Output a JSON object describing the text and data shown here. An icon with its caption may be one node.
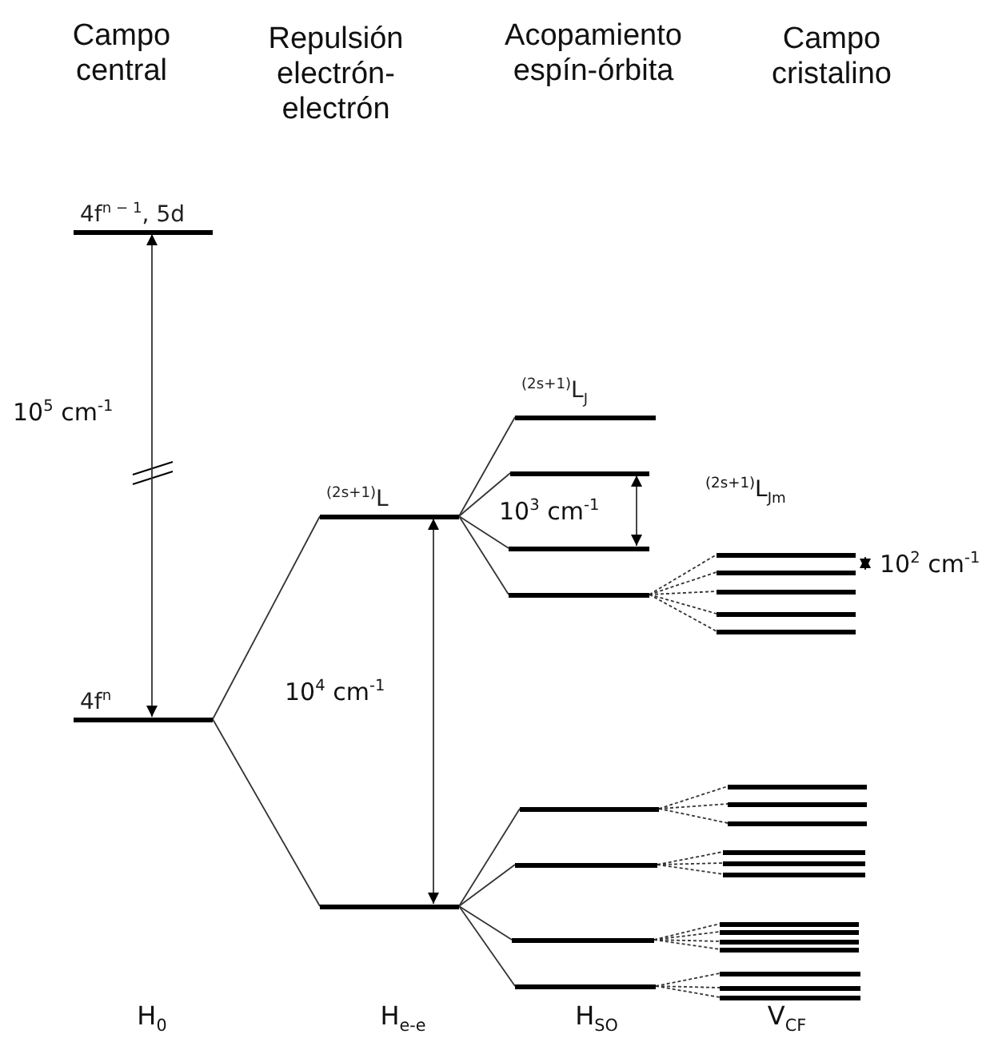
{
  "diagram": {
    "nodes": [
      {
        "text": [
          "4f$^{n − 1}$, 5d"
        ]
      },
      {
        "text": [
          "4f$^{n}$"
        ]
      },
      {
        "text": [
          "$^{(2s+1)}$L"
        ]
      },
      {
        "text": [],
        "shape": "bar"
      },
      {
        "text": [
          "$^{(2s+1)}$L$_{J}$"
        ]
      },
      {
        "text": [],
        "shape": "bar"
      },
      {
        "text": [],
        "shape": "bar"
      },
      {
        "text": [],
        "shape": "bar"
      },
      {
        "text": [],
        "shape": "bar"
      },
      {
        "text": [],
        "shape": "bar"
      },
      {
        "text": [],
        "shape": "bar"
      },
      {
        "text": [],
        "shape": "bar"
      },
      {
        "text": [],
        "shape": "bar"
      },
      {
        "text": [],
        "shape": "bar"
      },
      {
        "text": [],
        "shape": "bar"
      },
      {
        "text": [],
        "shape": "bar"
      },
      {
        "text": [],
        "shape": "bar"
      },
      {
        "text": [],
        "shape": "bar"
      },
      {
        "text": [],
        "shape": "bar"
      },
      {
        "text": [],
        "shape": "bar"
      },
      {
        "text": [],
        "shape": "bar"
      },
      {
        "text": [],
        "shape": "bar"
      },
      {
        "text": [],
        "shape": "bar"
      },
      {
        "text": [],
        "shape": "bar"
      },
      {
        "text": [],
        "shape": "bar"
      },
      {
        "text": [],
        "shape": "bar"
      },
      {
        "text": [],
        "shape": "bar"
      },
      {
        "text": [],
        "shape": "bar"
      },
      {
        "text": [],
        "shape": "bar"
      },
      {
        "text": [],
        "shape": "bar"
      }
    ],
    "edges": [
      {
        "from": 1,
        "to": 2,
        "arrow": "none"
      },
      {
        "from": 1,
        "to": 3,
        "arrow": "none"
      },
      {
        "from": 2,
        "to": 4,
        "arrow": "none"
      },
      {
        "from": 2,
        "to": 5,
        "arrow": "none"
      },
      {
        "from": 2,
        "to": 6,
        "arrow": "none"
      },
      {
        "from": 2,
        "to": 7,
        "arrow": "none"
      },
      {
        "from": 7,
        "to": 8,
        "arrow": "none",
        "style": "dashed"
      },
      {
        "from": 7,
        "to": 9,
        "arrow": "none",
        "style": "dashed"
      },
      {
        "from": 7,
        "to": 10,
        "arrow": "none",
        "style": "dashed"
      },
      {
        "from": 7,
        "to": 11,
        "arrow": "none",
        "style": "dashed"
      },
      {
        "from": 7,
        "to": 12,
        "arrow": "none",
        "style": "dashed"
      },
      {
        "from": 3,
        "to": 13,
        "arrow": "none"
      },
      {
        "from": 3,
        "to": 14,
        "arrow": "none"
      },
      {
        "from": 3,
        "to": 15,
        "arrow": "none"
      },
      {
        "from": 3,
        "to": 16,
        "arrow": "none"
      },
      {
        "from": 13,
        "to": 17,
        "arrow": "none",
        "style": "dashed"
      },
      {
        "from": 13,
        "to": 18,
        "arrow": "none",
        "style": "dashed"
      },
      {
        "from": 13,
        "to": 19,
        "arrow": "none",
        "style": "dashed"
      },
      {
        "from": 14,
        "to": 20,
        "arrow": "none",
        "style": "dashed"
      },
      {
        "from": 14,
        "to": 21,
        "arrow": "none",
        "style": "dashed"
      },
      {
        "from": 14,
        "to": 22,
        "arrow": "none",
        "style": "dashed"
      },
      {
        "from": 15,
        "to": 23,
        "arrow": "none",
        "style": "dashed"
      },
      {
        "from": 15,
        "to": 24,
        "arrow": "none",
        "style": "dashed"
      },
      {
        "from": 15,
        "to": 25,
        "arrow": "none",
        "style": "dashed"
      },
      {
        "from": 15,
        "to": 26,
        "arrow": "none",
        "style": "dashed"
      },
      {
        "from": 16,
        "to": 27,
        "arrow": "none",
        "style": "dashed"
      },
      {
        "from": 16,
        "to": 28,
        "arrow": "none",
        "style": "dashed"
      },
      {
        "from": 16,
        "to": 29,
        "arrow": "none",
        "style": "dashed"
      },
      {
        "from": 0,
        "to": 1,
        "arrow": "both",
        "label": "10$^{5}$ cm$^{-1}$"
      },
      {
        "from": 2,
        "to": 3,
        "arrow": "both",
        "label": "10$^{4}$ cm$^{-1}$"
      },
      {
        "from": 5,
        "to": 6,
        "arrow": "both",
        "label": "10$^{3}$ cm$^{-1}$"
      },
      {
        "from": 8,
        "to": 9,
        "arrow": "both",
        "label": "10$^{2}$ cm$^{-1}$"
      }
    ],
    "labels": [
      "Campo central",
      "Repulsión electrón-electrón",
      "Acopamiento espín-órbita",
      "Campo cristalino",
      "$^{(2s+1)}$L$_{Jm}$",
      "H$_{0}$",
      "H$_{e-e}$",
      "H$_{SO}$",
      "V$_{CF}$"
    ]
  }
}
